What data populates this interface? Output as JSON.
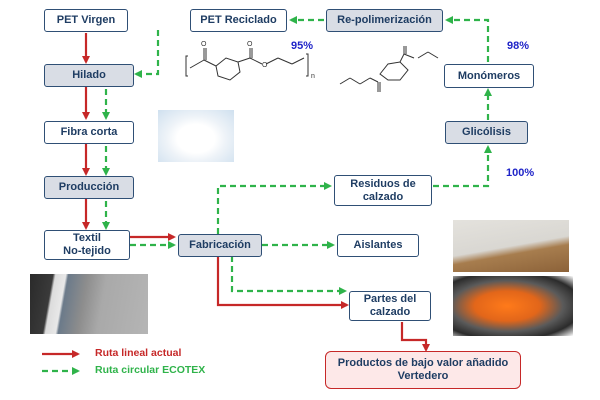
{
  "nodes": {
    "pet_virgen": "PET Virgen",
    "hilado": "Hilado",
    "fibra_corta": "Fibra corta",
    "produccion": "Producción",
    "textil": "Textil\nNo-tejido",
    "fabricacion": "Fabricación",
    "pet_reciclado": "PET Reciclado",
    "repolimerizacion": "Re-polimerización",
    "monomeros": "Monómeros",
    "glicolisis": "Glicólisis",
    "residuos": "Residuos de\ncalzado",
    "aislantes": "Aislantes",
    "partes": "Partes del\ncalzado",
    "productos": "Productos de bajo valor añadido\nVertedero"
  },
  "percentages": {
    "reciclado": "95%",
    "monomeros": "98%",
    "glicolisis": "100%"
  },
  "formula_subscript": "n",
  "legend": {
    "lineal": "Ruta lineal actual",
    "circular": "Ruta circular ECOTEX"
  },
  "colors": {
    "lineal": "#c62828",
    "circular": "#2fb34a",
    "box_border": "#2f4f75",
    "text": "#1f3d63",
    "pct": "#1f24c8"
  }
}
